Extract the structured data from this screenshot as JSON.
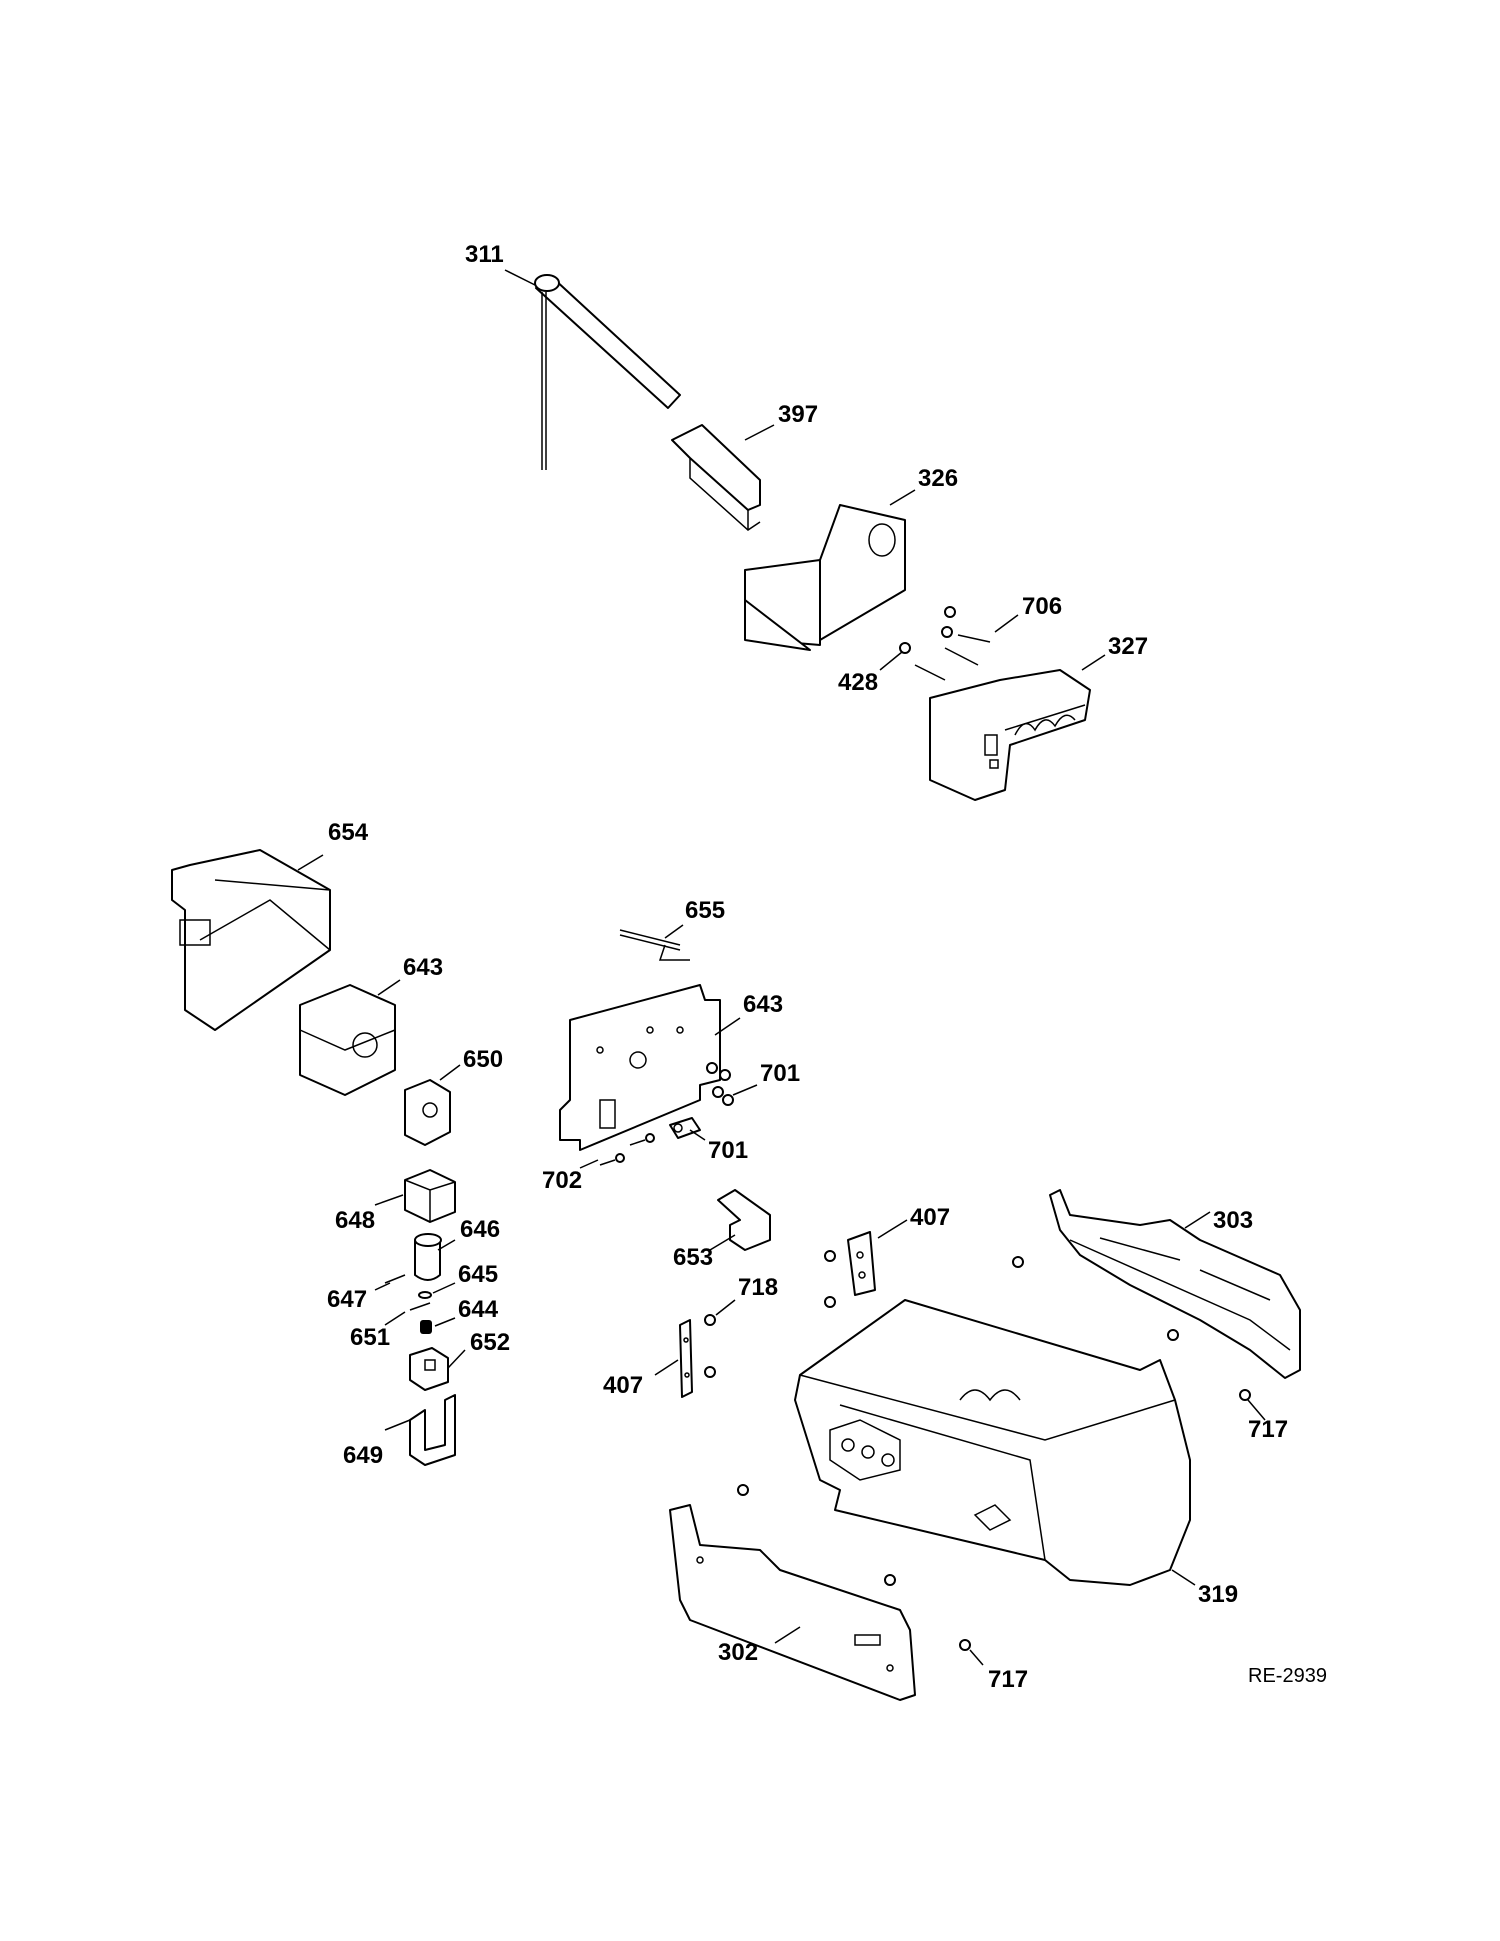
{
  "reference_code": "RE-2939",
  "callouts": {
    "c311": "311",
    "c397": "397",
    "c326": "326",
    "c706": "706",
    "c327": "327",
    "c428": "428",
    "c654": "654",
    "c655": "655",
    "c643a": "643",
    "c643b": "643",
    "c650": "650",
    "c701a": "701",
    "c701b": "701",
    "c702": "702",
    "c648": "648",
    "c646": "646",
    "c645": "645",
    "c647": "647",
    "c644": "644",
    "c651": "651",
    "c652": "652",
    "c649": "649",
    "c653": "653",
    "c407a": "407",
    "c407b": "407",
    "c718": "718",
    "c303": "303",
    "c717a": "717",
    "c717b": "717",
    "c319": "319",
    "c302": "302"
  }
}
